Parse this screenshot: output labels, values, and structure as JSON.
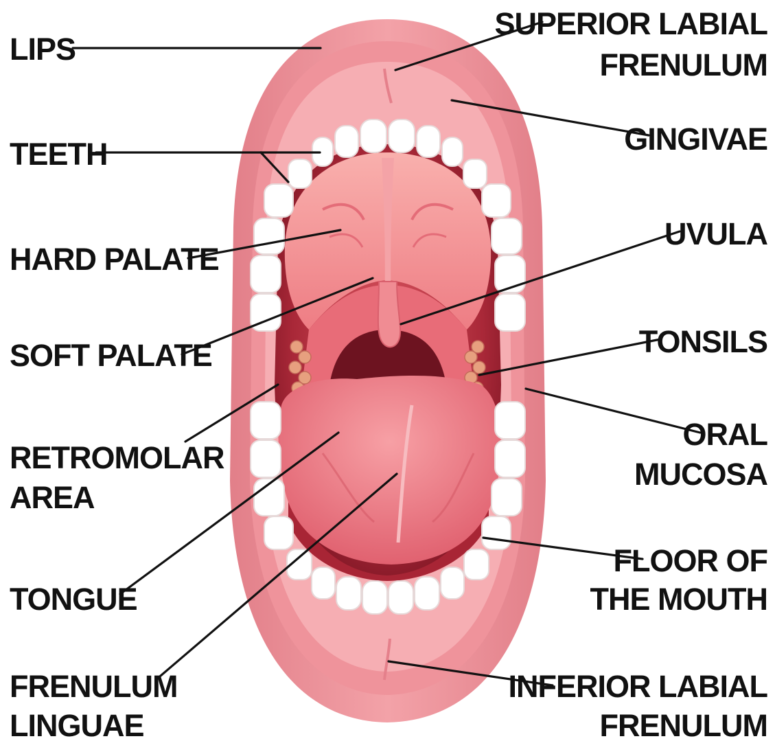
{
  "diagram": {
    "colors": {
      "lip": "#ec8f97",
      "lip_dark": "#dd6f7b",
      "gum": "#f4a5ac",
      "cavity_dark": "#8e1d2b",
      "palate": "#f38c8f",
      "tongue": "#ef7f88",
      "tooth": "#ffffff",
      "label": "#111111"
    },
    "labels": {
      "lips": "LIPS",
      "teeth": "TEETH",
      "hard_palate": "HARD PALATE",
      "soft_palate": "SOFT PALATE",
      "retromolar_1": "RETROMOLAR",
      "retromolar_2": "AREA",
      "tongue": "TONGUE",
      "frenulum_linguae_1": "FRENULUM",
      "frenulum_linguae_2": "LINGUAE",
      "superior_frenulum_1": "SUPERIOR LABIAL",
      "superior_frenulum_2": "FRENULUM",
      "gingivae": "GINGIVAE",
      "uvula": "UVULA",
      "tonsils": "TONSILS",
      "oral_mucosa_1": "ORAL",
      "oral_mucosa_2": "MUCOSA",
      "floor_1": "FLOOR OF",
      "floor_2": "THE MOUTH",
      "inferior_frenulum_1": "INFERIOR LABIAL",
      "inferior_frenulum_2": "FRENULUM"
    }
  }
}
